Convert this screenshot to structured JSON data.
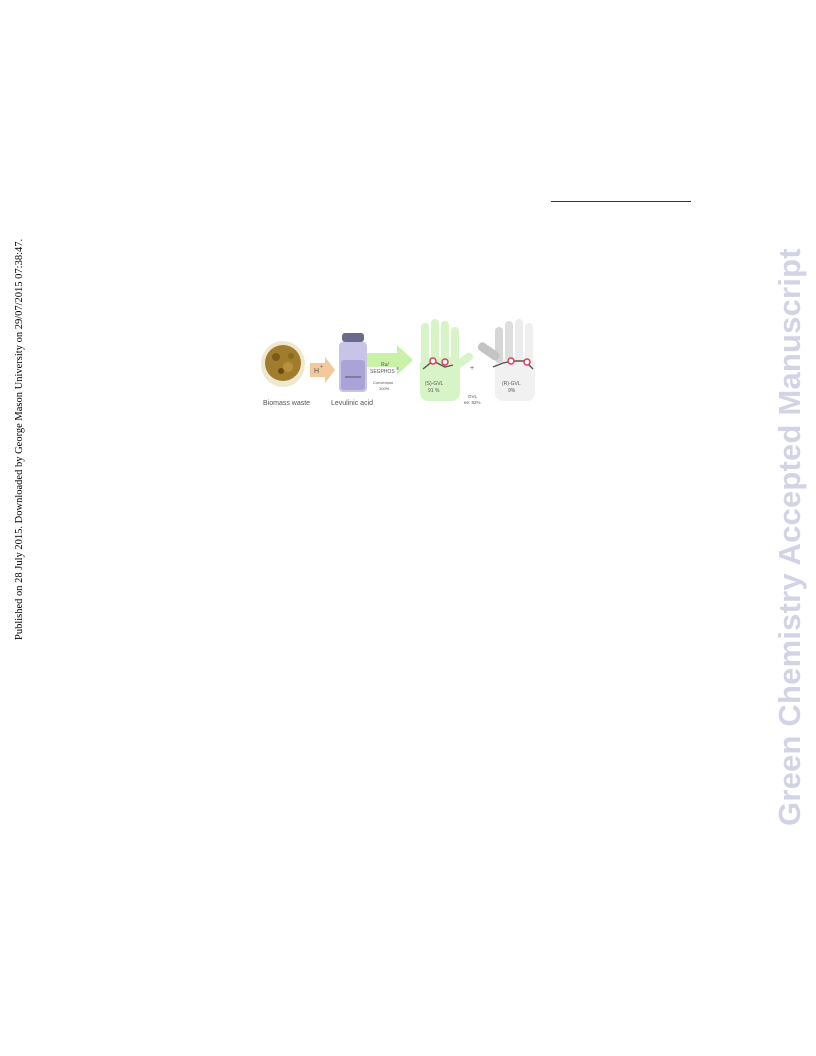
{
  "sidebar": {
    "published_note": "Published on 28 July 2015. Downloaded by George Mason University on 29/07/2015 07:38:47.",
    "watermark": "Green Chemistry Accepted Manuscript",
    "watermark_color": "#d3d3e6"
  },
  "figure": {
    "biomass_label": "Biomass waste",
    "acid_symbol": "H",
    "acid_charge": "+",
    "levulinic_label": "Levulinic acid",
    "catalyst_line1": "Ru/",
    "catalyst_line2": "SEGPHOS",
    "catalyst_mark": "®",
    "conversion_label": "Conversion",
    "conversion_value": "100%",
    "s_gvl_label": "(S)-GVL",
    "s_gvl_value": "91 %",
    "plus": "+",
    "r_gvl_label": "(R)-GVL",
    "r_gvl_value": "9%",
    "gvl_label": "GVL",
    "ee_label": "ee: 82%"
  }
}
